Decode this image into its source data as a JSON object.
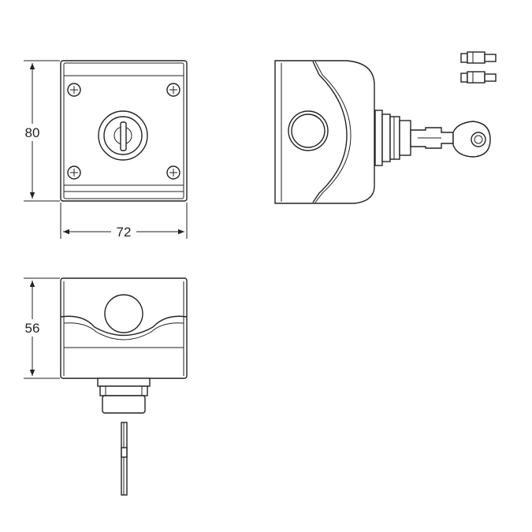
{
  "dimensions": {
    "height_front": "80",
    "width_front": "72",
    "height_side": "56"
  },
  "colors": {
    "stroke": "#222222",
    "background": "#ffffff"
  },
  "icons": [
    "screw-icon",
    "key-icon",
    "key-switch-icon",
    "terminal-clip-icon"
  ]
}
